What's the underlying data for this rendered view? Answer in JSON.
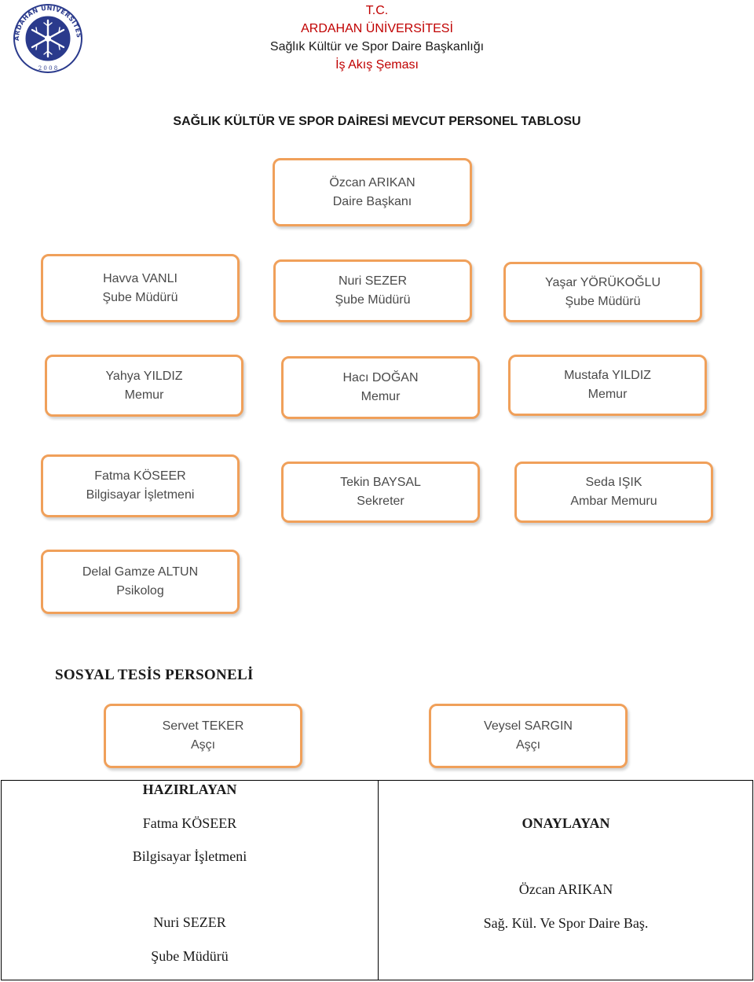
{
  "header": {
    "line1": "T.C.",
    "line2": "ARDAHAN ÜNİVERSİTESİ",
    "line3": "Sağlık Kültür ve Spor Daire Başkanlığı",
    "line4": "İş Akış Şeması",
    "logo_text": "ARDAHAN ÜNİVERSİTESİ",
    "logo_year": "2 0 0 8"
  },
  "doc_title": "SAĞLIK KÜLTÜR VE SPOR DAİRESİ MEVCUT PERSONEL TABLOSU",
  "head": {
    "name": "Özcan ARIKAN",
    "role": "Daire Başkanı"
  },
  "staff": [
    {
      "name": "Havva VANLI",
      "role": "Şube Müdürü"
    },
    {
      "name": "Nuri SEZER",
      "role": "Şube Müdürü"
    },
    {
      "name": "Yaşar YÖRÜKOĞLU",
      "role": "Şube Müdürü"
    },
    {
      "name": "Yahya YILDIZ",
      "role": "Memur"
    },
    {
      "name": "Hacı DOĞAN",
      "role": "Memur"
    },
    {
      "name": "Mustafa YILDIZ",
      "role": "Memur"
    },
    {
      "name": "Fatma KÖSEER",
      "role": "Bilgisayar İşletmeni"
    },
    {
      "name": "Tekin BAYSAL",
      "role": "Sekreter"
    },
    {
      "name": "Seda IŞIK",
      "role": "Ambar Memuru"
    },
    {
      "name": "Delal Gamze ALTUN",
      "role": "Psikolog"
    }
  ],
  "social": {
    "title": "SOSYAL TESİS PERSONELİ",
    "staff": [
      {
        "name": "Servet TEKER",
        "role": "Aşçı"
      },
      {
        "name": "Veysel SARGIN",
        "role": "Aşçı"
      }
    ]
  },
  "signatures": {
    "prepared": {
      "heading": "HAZIRLAYAN",
      "person1_name": "Fatma KÖSEER",
      "person1_title": "Bilgisayar İşletmeni",
      "person2_name": "Nuri SEZER",
      "person2_title": "Şube Müdürü"
    },
    "approved": {
      "heading": "ONAYLAYAN",
      "name": "Özcan ARIKAN",
      "title": "Sağ. Kül. Ve Spor Daire Baş."
    }
  },
  "colors": {
    "box_border": "#f0a05a",
    "header_red": "#c00000",
    "logo_navy": "#2a3a8c"
  }
}
